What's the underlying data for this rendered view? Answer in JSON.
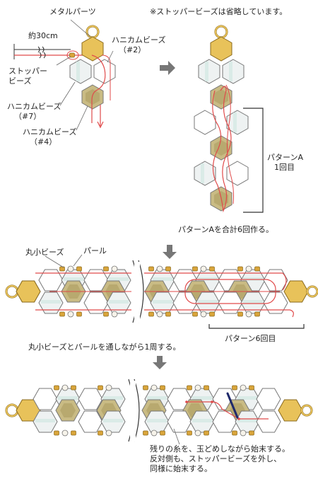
{
  "labels": {
    "metal_parts": "メタルパーツ",
    "length": "約30cm",
    "stopper_bead": [
      "ストッパー",
      "ビーズ"
    ],
    "honeycomb_2": [
      "ハニカムビーズ",
      "（#2）"
    ],
    "honeycomb_7": [
      "ハニカムビーズ",
      "（#7）"
    ],
    "honeycomb_4": [
      "ハニカムビーズ",
      "（#4）"
    ],
    "note_stopper_omitted": "※ストッパービーズは省略しています。",
    "pattern_a": [
      "パターンA",
      "1回目"
    ],
    "pattern_a_total": "パターンAを合計6回作る。",
    "round_small_beads": "丸小ビーズ",
    "pearl": "パール",
    "pattern_6th": "パターン6回目",
    "step_pass_through": "丸小ビーズとパールを通しながら1周する。",
    "finish_notes": [
      "残りの糸を、玉どめしながら始末する。",
      "反対側も、ストッパービーズを外し、",
      "同様に始末する。"
    ]
  },
  "colors": {
    "gold": "#e8c25a",
    "khaki": "#c9bb84",
    "clear": "#eef2f2",
    "thread": "#e04a4a",
    "pearl": "#f6f3ea",
    "gold_bead": "#d9a53b",
    "needle": "#1f2a6b"
  }
}
